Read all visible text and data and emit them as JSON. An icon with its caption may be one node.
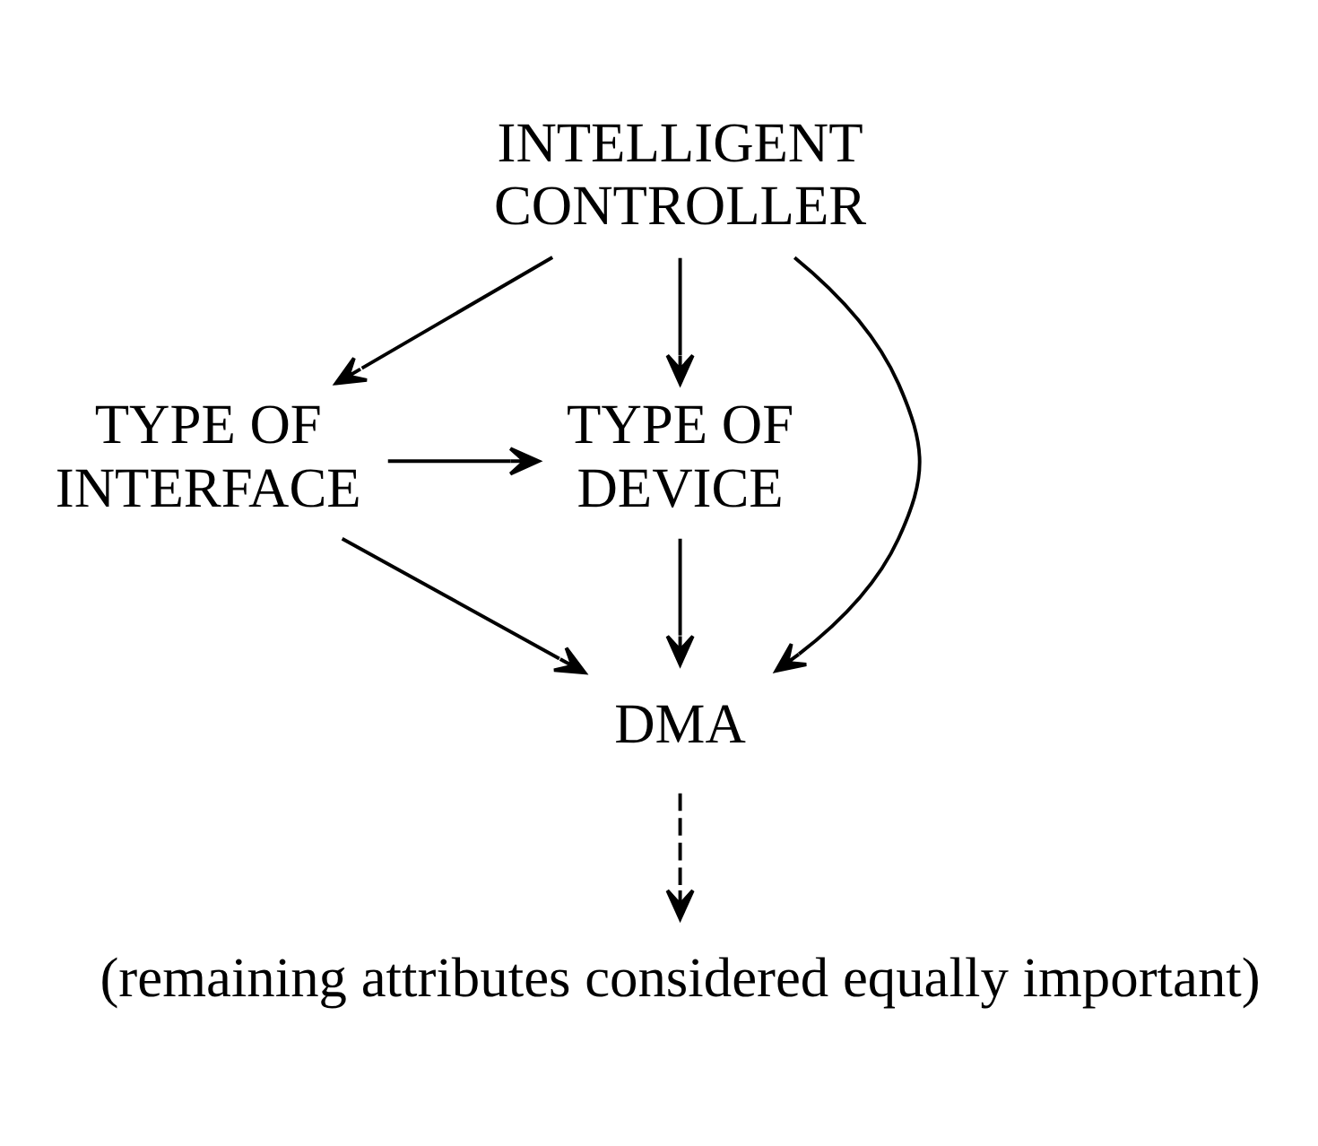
{
  "diagram": {
    "nodes": [
      {
        "text": [
          "INTELLIGENT CONTROLLER"
        ]
      },
      {
        "text": [
          "TYPE OF INTERFACE"
        ]
      },
      {
        "text": [
          "TYPE OF DEVICE"
        ]
      },
      {
        "text": [
          "DMA"
        ]
      },
      {
        "text": [
          "(remaining attributes considered equally important)"
        ]
      }
    ],
    "edges": [
      {
        "from": 0,
        "to": 1,
        "arrow": "to"
      },
      {
        "from": 0,
        "to": 3,
        "arrow": "to"
      },
      {
        "from": 0,
        "to": 2,
        "arrow": "to"
      },
      {
        "from": 1,
        "to": 2,
        "arrow": "to"
      },
      {
        "from": 1,
        "to": 3,
        "arrow": "to"
      },
      {
        "from": 2,
        "to": 3,
        "arrow": "to"
      },
      {
        "from": 3,
        "to": 4,
        "arrow": "to",
        "style": "dashed"
      }
    ]
  }
}
